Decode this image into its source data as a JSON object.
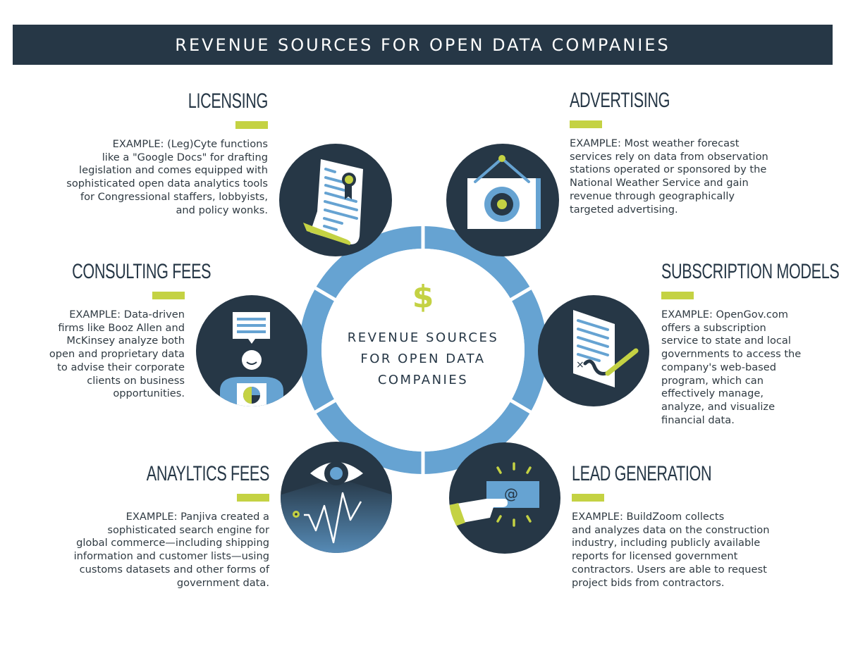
{
  "header": {
    "title": "REVENUE SOURCES FOR OPEN DATA COMPANIES"
  },
  "center": {
    "icon": "dollar-sign-icon",
    "symbol": "$",
    "lines": [
      "REVENUE SOURCES",
      "FOR OPEN DATA",
      "COMPANIES"
    ]
  },
  "colors": {
    "navy": "#263746",
    "ring_blue": "#66a3d2",
    "lime": "#c4d243",
    "text": "#2f3a42"
  },
  "sections": {
    "licensing": {
      "title": "LICENSING",
      "icon": "certificate-document-icon",
      "lines": [
        "EXAMPLE: (Leg)Cyte functions",
        "like a \"Google Docs\" for drafting",
        "legislation and comes equipped with",
        "sophisticated open data analytics tools",
        "for Congressional staffers, lobbyists,",
        "and policy wonks."
      ]
    },
    "advertising": {
      "title": "ADVERTISING",
      "icon": "hanging-sign-target-icon",
      "lines": [
        "EXAMPLE: Most weather forecast",
        "services rely on data from observation",
        "stations operated or sponsored by the",
        "National Weather Service and gain",
        "revenue through geographically",
        "targeted advertising."
      ]
    },
    "consulting": {
      "title": "CONSULTING FEES",
      "icon": "consultant-speech-icon",
      "lines": [
        "EXAMPLE: Data-driven",
        "firms like Booz Allen and",
        "McKinsey analyze both",
        "open and proprietary data",
        "to advise their corporate",
        "clients on business",
        "opportunities."
      ]
    },
    "subscription": {
      "title": "SUBSCRIPTION MODELS",
      "icon": "signed-contract-icon",
      "lines": [
        "EXAMPLE: OpenGov.com",
        "offers a subscription",
        "service to state and local",
        "governments to access the",
        "company's web-based",
        "program, which can",
        "effectively manage,",
        "analyze, and visualize",
        "financial data."
      ]
    },
    "analytics": {
      "title": "ANAYLTICS FEES",
      "icon": "eye-signal-icon",
      "lines": [
        "EXAMPLE: Panjiva created a",
        "sophisticated search engine for",
        "global commerce—including shipping",
        "information and customer lists—using",
        "customs datasets and other forms of",
        "government data."
      ]
    },
    "lead": {
      "title": "LEAD GENERATION",
      "icon": "hand-email-card-icon",
      "lines": [
        "EXAMPLE: BuildZoom collects",
        "and analyzes data on the construction",
        "industry, including publicly available",
        "reports for licensed government",
        "contractors. Users are able to request",
        "project bids from contractors."
      ]
    }
  }
}
